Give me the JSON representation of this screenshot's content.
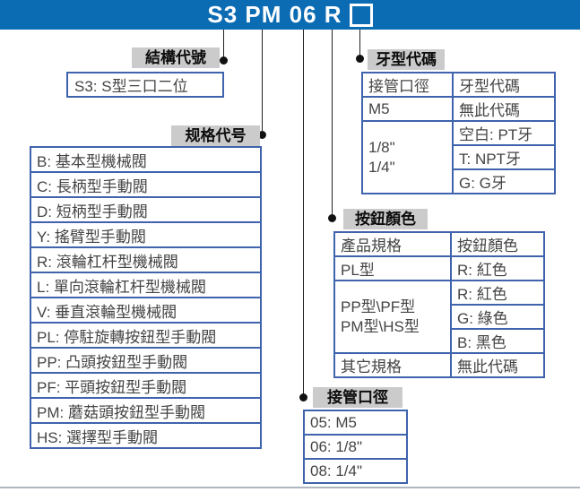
{
  "model_bar": {
    "code": "S3 PM 06 R",
    "blank_box_icon": "blank-square-placeholder"
  },
  "sections": {
    "structure": {
      "label": "結構代號",
      "item": "S3: S型三口二位"
    },
    "spec": {
      "label": "规格代号",
      "rows": [
        "B: 基本型機械閥",
        "C: 長柄型手動閥",
        "D: 短柄型手動閥",
        "Y: 搖臂型手動閥",
        "R: 滾輪杠杆型機械閥",
        "L: 單向滾輪杠杆型機械閥",
        "V: 垂直滾輪型機械閥",
        "PL: 停駐旋轉按鈕型手動閥",
        "PP: 凸頭按鈕型手動閥",
        "PF: 平頭按鈕型手動閥",
        "PM: 蘑菇頭按鈕型手動閥",
        "HS: 選擇型手動閥"
      ]
    },
    "thread": {
      "label": "牙型代碼",
      "col1_header": "接管口徑",
      "col2_header": "牙型代碼",
      "m5_size": "M5",
      "m5_code": "無此代碼",
      "size_line1": "1/8\"",
      "size_line2": "1/4\"",
      "code_pt": "空白: PT牙",
      "code_npt": "T: NPT牙",
      "code_g": "G: G牙"
    },
    "button": {
      "label": "按鈕顏色",
      "col1_header": "產品規格",
      "col2_header": "按鈕顏色",
      "pl_spec": "PL型",
      "pl_color": "R: 紅色",
      "spec_line1": "PP型\\PF型",
      "spec_line2": "PM型\\HS型",
      "color_red": "R: 紅色",
      "color_green": "G: 綠色",
      "color_black": "B: 黑色",
      "other_spec": "其它規格",
      "other_code": "無此代碼"
    },
    "port": {
      "label": "接管口徑",
      "rows": [
        "05: M5",
        "06: 1/8\"",
        "08: 1/4\""
      ]
    }
  },
  "colors": {
    "header_blue": "#0b6bb3",
    "table_border_blue": "#3f63ac",
    "label_bg": "#cbcbcb",
    "body_text": "#444444",
    "connector": "#222222",
    "footer_divider": "#aeb6c0"
  }
}
